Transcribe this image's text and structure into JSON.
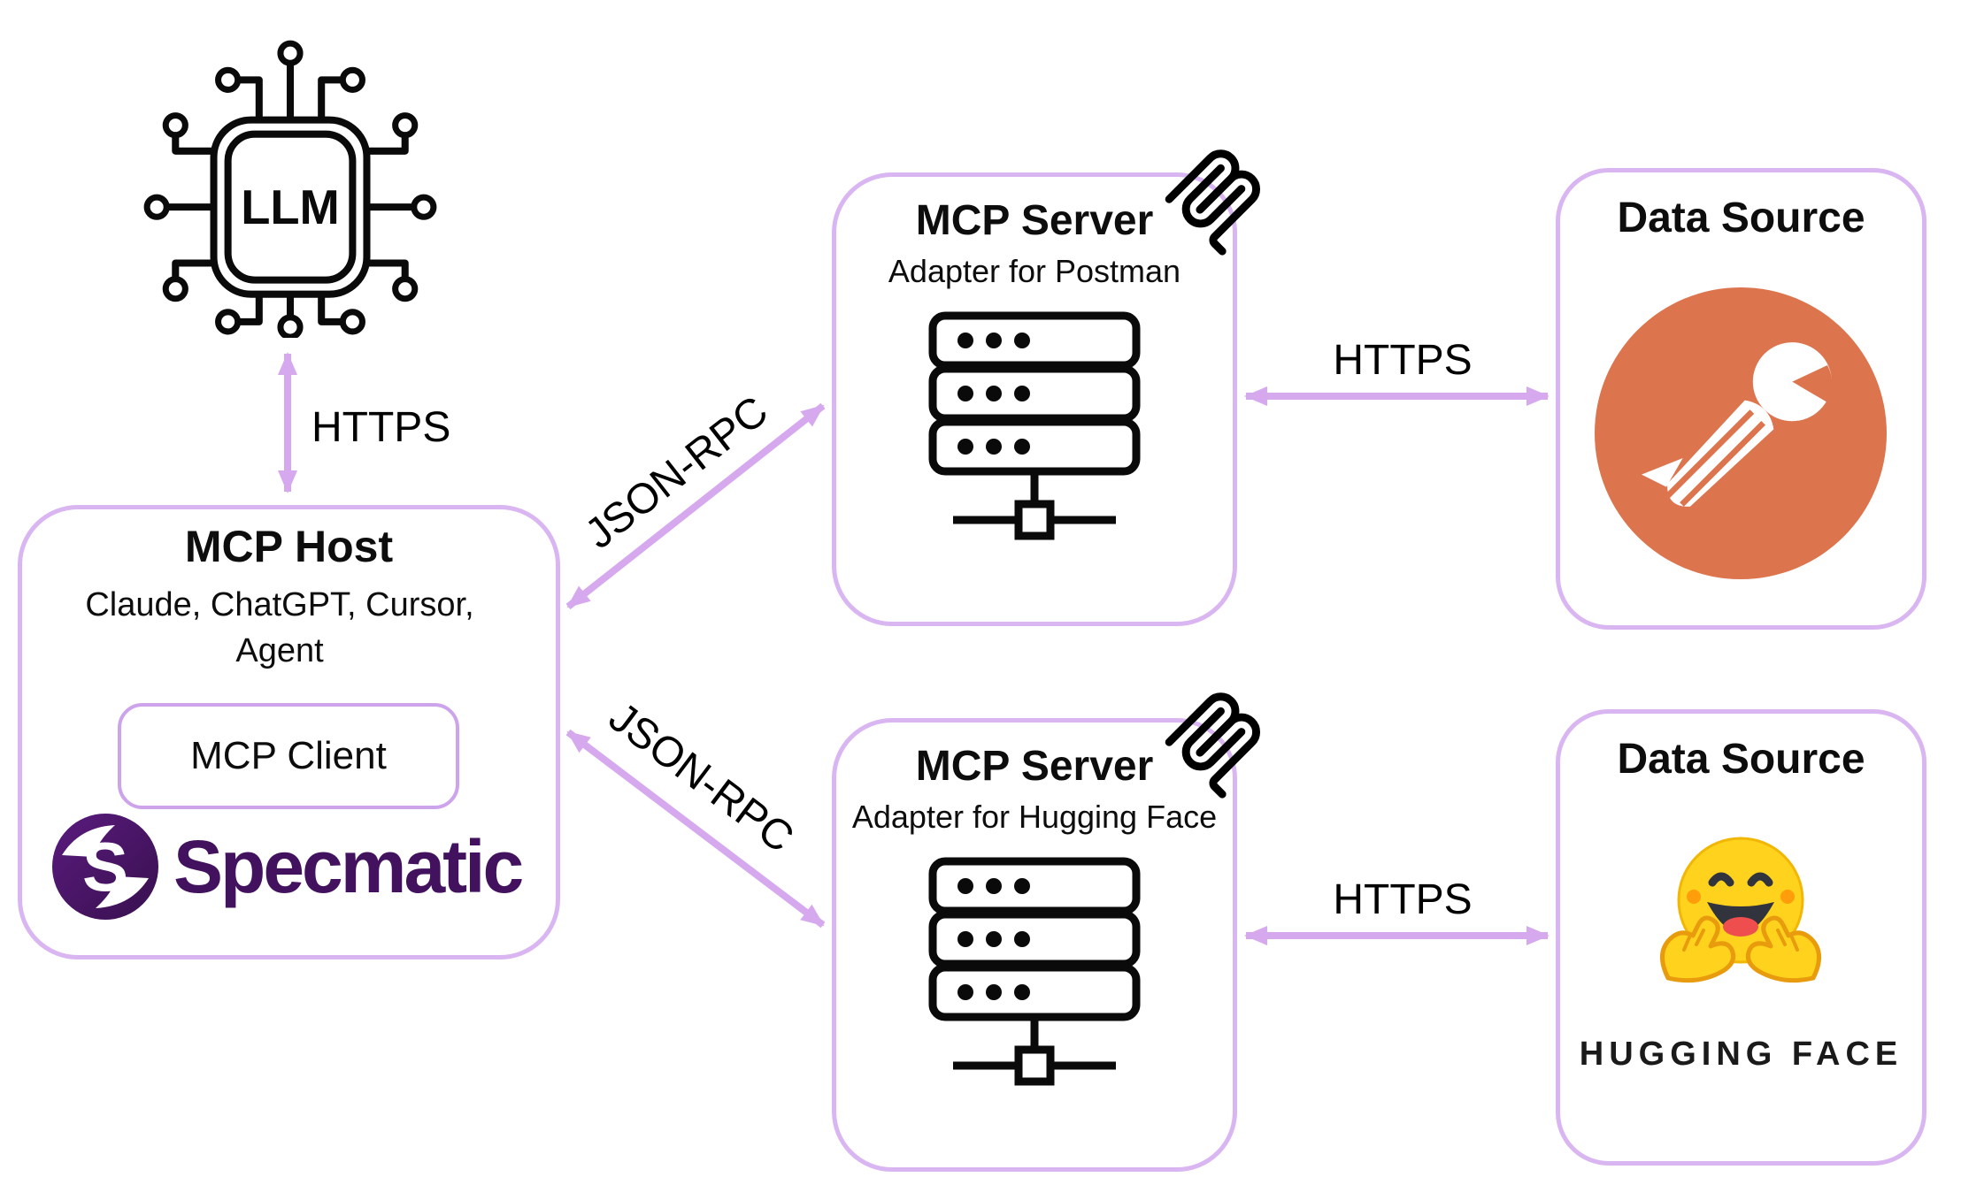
{
  "diagram": {
    "llm": {
      "chip_label": "LLM"
    },
    "host": {
      "title": "MCP Host",
      "apps": "Claude, ChatGPT, Cursor, Agent",
      "client_label": "MCP Client",
      "brand_name": "Specmatic"
    },
    "server_postman": {
      "title": "MCP Server",
      "subtitle": "Adapter for Postman"
    },
    "server_hf": {
      "title": "MCP Server",
      "subtitle": "Adapter for Hugging Face"
    },
    "source_postman": {
      "title": "Data Source"
    },
    "source_hf": {
      "title": "Data Source",
      "brand_name": "HUGGING FACE"
    },
    "edges": {
      "llm_host": {
        "label": "HTTPS"
      },
      "host_server_postman": {
        "label": "JSON-RPC"
      },
      "host_server_hf": {
        "label": "JSON-RPC"
      },
      "server_source_postman": {
        "label": "HTTPS"
      },
      "server_source_hf": {
        "label": "HTTPS"
      }
    },
    "colors": {
      "box_border": "#D9B6F1",
      "arrow": "#D6A9EF",
      "text": "#0D0D0D",
      "specmatic_purple": "#42125F",
      "postman_orange": "#DC744D",
      "hf_yellow": "#FFD21E",
      "hf_accent": "#FF9D0B",
      "hf_mouth": "#32343D",
      "hf_tongue": "#EF4E4E"
    }
  }
}
